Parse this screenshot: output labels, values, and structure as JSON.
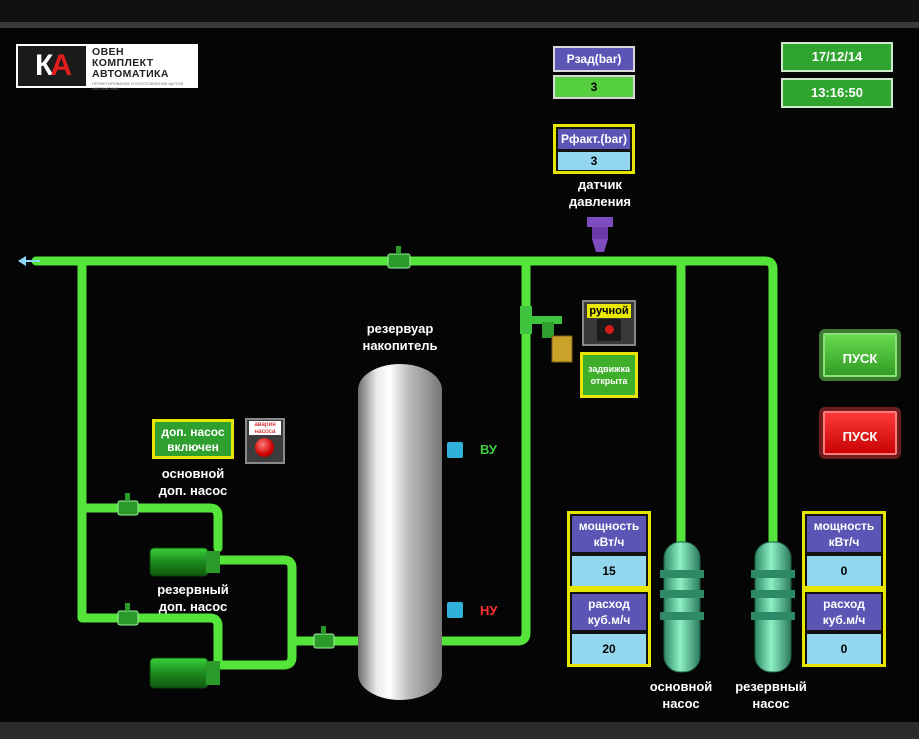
{
  "app": {
    "logo": {
      "mark_left": "К",
      "mark_right": "А",
      "name_lines": [
        "ОВЕН",
        "КОМПЛЕКТ",
        "АВТОМАТИКА"
      ],
      "subline": "ПРОЕКТИРОВАНИЕ И ИЗГОТОВЛЕНИЕ ЩИТОВ АВТОМАТИКИ"
    },
    "date": "17/12/14",
    "time": "13:16:50"
  },
  "pressure": {
    "set_label": "Рзад(bar)",
    "set_value": "3",
    "actual_label": "Рфакт.(bar)",
    "actual_value": "3",
    "sensor_label_1": "датчик",
    "sensor_label_2": "давления"
  },
  "valve": {
    "mode_label": "ручной",
    "status_label_1": "задвижка",
    "status_label_2": "открыта"
  },
  "tank": {
    "label_1": "резервуар",
    "label_2": "накопитель",
    "upper_level": "ВУ",
    "lower_level": "НУ"
  },
  "aux_pump": {
    "status_1": "доп. насос",
    "status_2": "включен",
    "alarm_1": "авария",
    "alarm_2": "насоса",
    "main_label_1": "основной",
    "main_label_2": "доп. насос",
    "reserve_label_1": "резервный",
    "reserve_label_2": "доп. насос"
  },
  "main_pump": {
    "power_label_1": "мощность",
    "power_label_2": "кВт/ч",
    "power_value": "15",
    "flow_label_1": "расход",
    "flow_label_2": "куб.м/ч",
    "flow_value": "20",
    "label_1": "основной",
    "label_2": "насос"
  },
  "reserve_pump": {
    "power_label_1": "мощность",
    "power_label_2": "кВт/ч",
    "power_value": "0",
    "flow_label_1": "расход",
    "flow_label_2": "куб.м/ч",
    "flow_value": "0",
    "label_1": "резервный",
    "label_2": "насос"
  },
  "buttons": {
    "start_main": "ПУСК",
    "start_reserve": "ПУСК"
  },
  "colors": {
    "pipe": "#55e43a",
    "header_blue": "#5b55b6",
    "value_green": "#56cf3e",
    "value_cyan": "#93d7ee",
    "frame_yellow": "#e6e600",
    "start_green": "#3fbf2e",
    "start_red": "#e00000"
  }
}
